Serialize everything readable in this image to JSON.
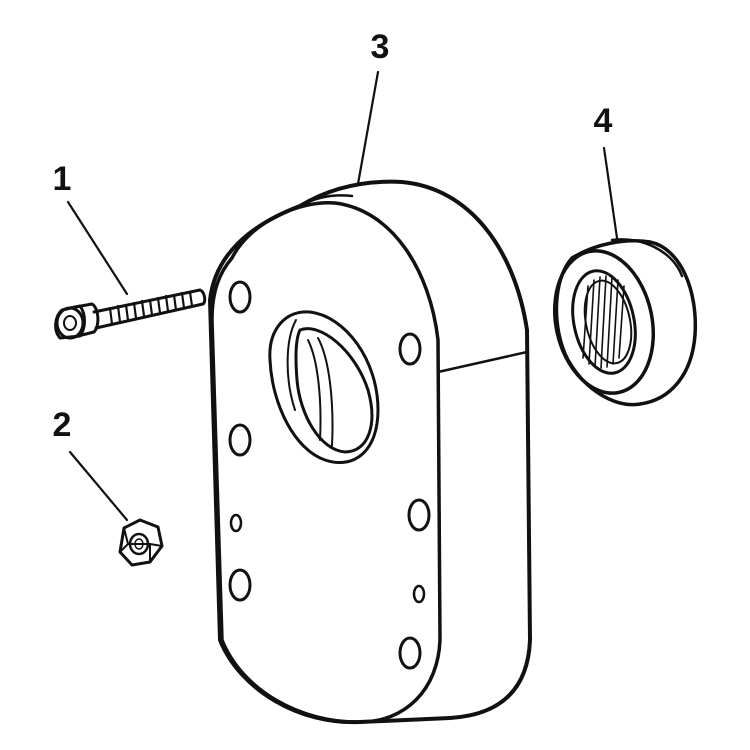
{
  "diagram": {
    "callouts": [
      {
        "id": "1",
        "label": "1",
        "part": "screw"
      },
      {
        "id": "2",
        "label": "2",
        "part": "nut"
      },
      {
        "id": "3",
        "label": "3",
        "part": "housing"
      },
      {
        "id": "4",
        "label": "4",
        "part": "bearing"
      }
    ]
  },
  "colors": {
    "ink": "#111111",
    "paper": "#ffffff"
  },
  "icons": {
    "screw": "screw-icon",
    "nut": "hex-nut-icon",
    "housing": "housing-icon",
    "bearing": "needle-bearing-icon"
  }
}
